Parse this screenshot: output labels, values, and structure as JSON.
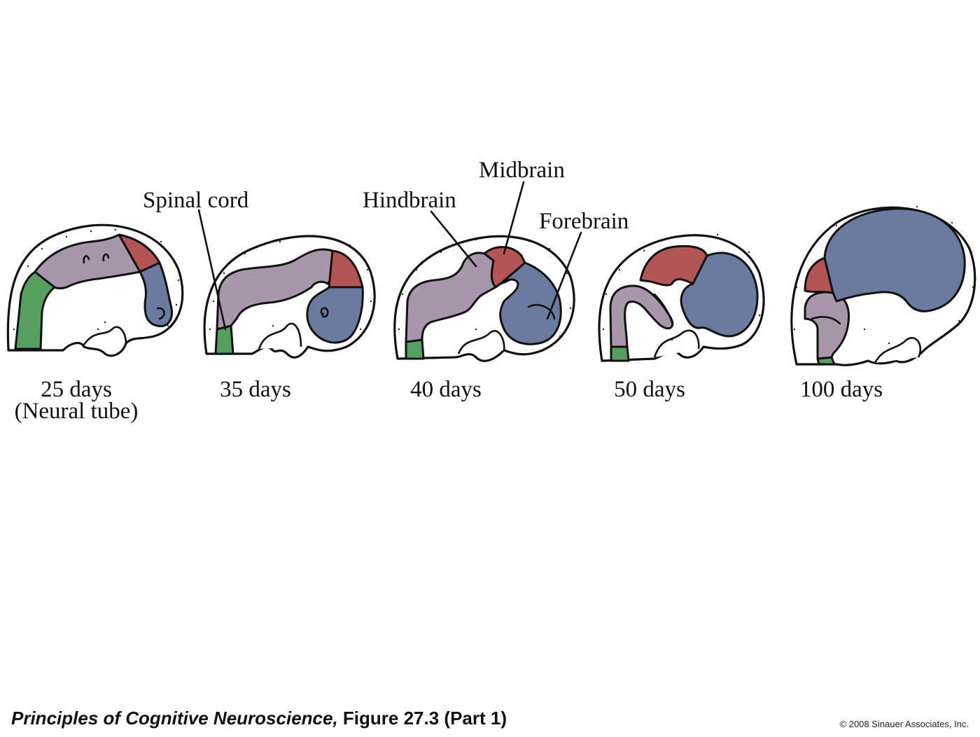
{
  "labels": {
    "spinal_cord": "Spinal cord",
    "hindbrain": "Hindbrain",
    "midbrain": "Midbrain",
    "forebrain": "Forebrain"
  },
  "stages": [
    {
      "label": "25 days",
      "sublabel": "(Neural tube)"
    },
    {
      "label": "35 days"
    },
    {
      "label": "40 days"
    },
    {
      "label": "50 days"
    },
    {
      "label": "100 days"
    }
  ],
  "colors": {
    "hindbrain": "#a896aa",
    "midbrain": "#b35555",
    "forebrain": "#6b7ba0",
    "spinal_cord": "#55a060"
  },
  "footer": {
    "book_title": "Principles of Cognitive Neuroscience,",
    "figure_ref": " Figure 27.3 (Part 1)",
    "copyright": "© 2008 Sinauer Associates, Inc."
  }
}
